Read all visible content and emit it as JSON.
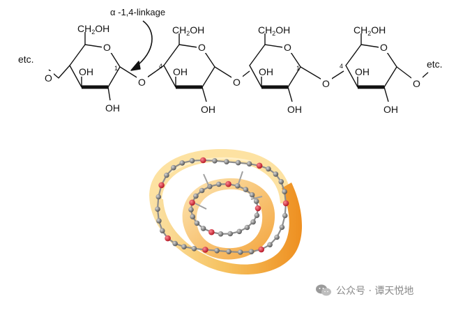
{
  "structure": {
    "annotation": "α -1,4-linkage",
    "etc_left": "etc.",
    "etc_right": "etc.",
    "group_ch2oh": "CH",
    "group_ch2oh_sub": "2",
    "group_ch2oh_tail": "OH",
    "oh": "OH",
    "ring_oxygen": "O",
    "bridge_oxygen": "O",
    "carbon_1": "1",
    "carbon_4": "4"
  },
  "helix_model": {
    "colors": {
      "ribbon_light": "#f7c66a",
      "ribbon_dark": "#ef8a1c",
      "carbon": "#7a7a7a",
      "oxygen": "#d8263a"
    }
  },
  "watermark": {
    "text": "公众号 · 谭天悦地",
    "icon": "wechat-icon"
  }
}
